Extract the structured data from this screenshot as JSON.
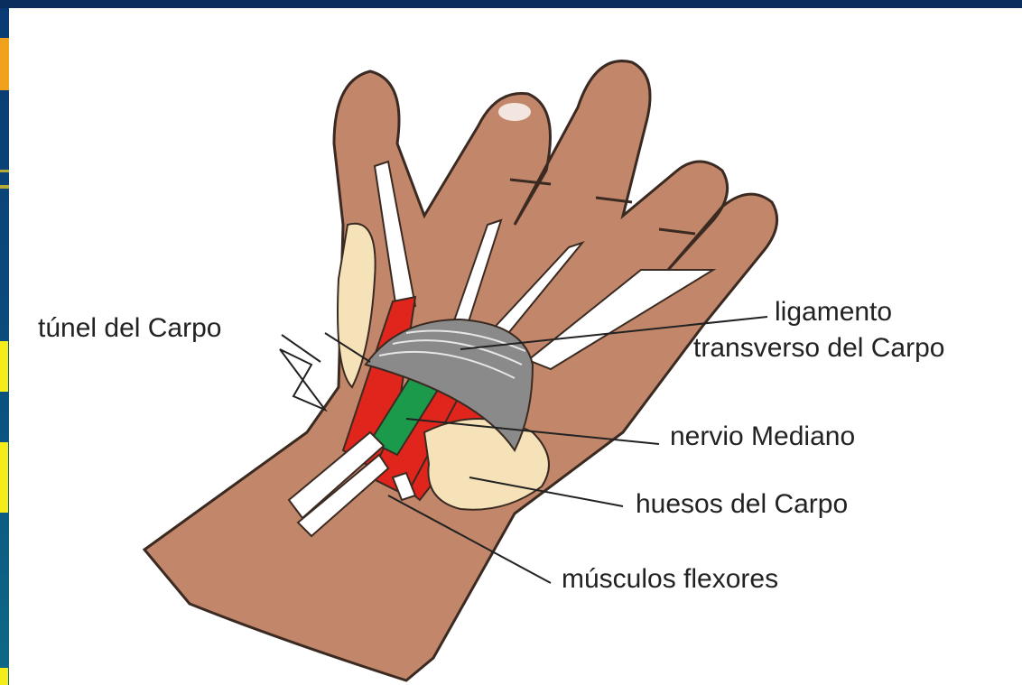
{
  "labels": {
    "tunel": "túnel del Carpo",
    "ligamento_line1": "ligamento",
    "ligamento_line2": "transverso del Carpo",
    "nervio": "nervio Mediano",
    "huesos": "huesos del Carpo",
    "musculos": "músculos flexores"
  },
  "colors": {
    "skin": "#c2876a",
    "tendon_red": "#e0261c",
    "nerve_green": "#1a9a4a",
    "bone": "#f5e2b8",
    "ligament": "#8a8a8a",
    "slide_blue": "#0b3a6e",
    "accent_yellow": "#f6ec1a",
    "accent_orange": "#f0a21c"
  }
}
